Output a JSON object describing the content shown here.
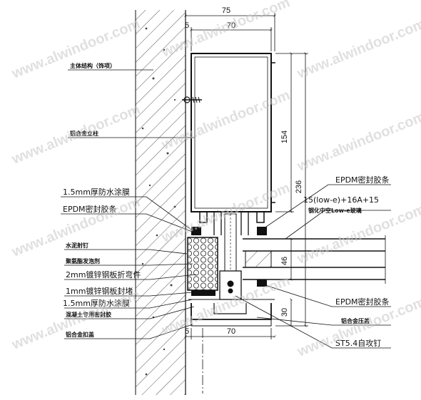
{
  "watermark": "www.alwindoor.com",
  "dimensions": {
    "top_total": "75",
    "top_profile": "70",
    "top_offset": "5",
    "mullion_depth": "154",
    "overall_depth": "236",
    "glass_thickness": "46",
    "cap_depth": "30",
    "bottom_profile": "70",
    "bottom_offset": "5"
  },
  "labels_left": [
    "主体结构（饰项）",
    "铝合金立柱",
    "1.5mm厚防水涂膜",
    "EPDM密封胶条",
    "水泥射钉",
    "聚氨酯发泡剂",
    "2mm镀锌钢板折弯件",
    "1mm镀锌钢板封堵",
    "1.5mm厚防水涂膜",
    "混凝土专用密封胶",
    "铝合金扣盖"
  ],
  "labels_right": [
    "EPDM密封胶条",
    "15(low-e)+16A+15",
    "钢化中空Low-e玻璃",
    "EPDM密封胶条",
    "铝合金压盖",
    "ST5.4自攻钉"
  ],
  "colors": {
    "line": "#111111",
    "hatch": "#555555",
    "watermark": "#c8c8c8"
  }
}
